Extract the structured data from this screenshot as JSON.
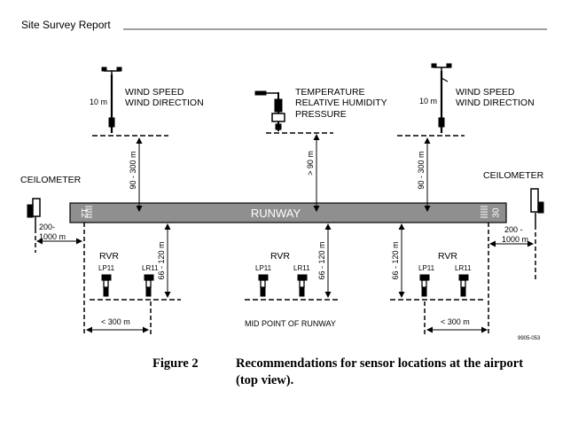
{
  "header": {
    "title": "Site Survey Report"
  },
  "runway": {
    "label": "RUNWAY",
    "end_left": "12",
    "end_right": "30"
  },
  "sensors": {
    "wind_left": {
      "height": "10 m",
      "line1": "WIND SPEED",
      "line2": "WIND DIRECTION",
      "distance": "90 - 300 m"
    },
    "temp": {
      "line1": "TEMPERATURE",
      "line2": "RELATIVE HUMIDITY",
      "line3": "PRESSURE",
      "distance": "> 90 m"
    },
    "wind_right": {
      "height": "10 m",
      "line1": "WIND SPEED",
      "line2": "WIND DIRECTION",
      "distance": "90 - 300 m"
    },
    "ceilometer_left": {
      "label": "CEILOMETER",
      "distance_line1": "200-",
      "distance_line2": "1000 m"
    },
    "ceilometer_right": {
      "label": "CEILOMETER",
      "distance_line1": "200 -",
      "distance_line2": "1000 m"
    },
    "rvr": [
      {
        "label": "RVR",
        "lp": "LP11",
        "lr": "LR11",
        "distance": "66 - 120 m",
        "offset": "< 300 m"
      },
      {
        "label": "RVR",
        "lp": "LP11",
        "lr": "LR11",
        "distance": "66 - 120 m"
      },
      {
        "label": "RVR",
        "lp": "LP11",
        "lr": "LR11",
        "distance": "66 - 120 m",
        "offset": "< 300 m"
      }
    ]
  },
  "midpoint_label": "MID POINT OF RUNWAY",
  "figure_code": "9905-053",
  "caption": {
    "number": "Figure 2",
    "line1": "Recommendations for sensor locations at the airport",
    "line2": "(top view)."
  },
  "colors": {
    "runway_fill": "#8f8f8f",
    "runway_text": "#ffffff",
    "ink": "#000000"
  }
}
